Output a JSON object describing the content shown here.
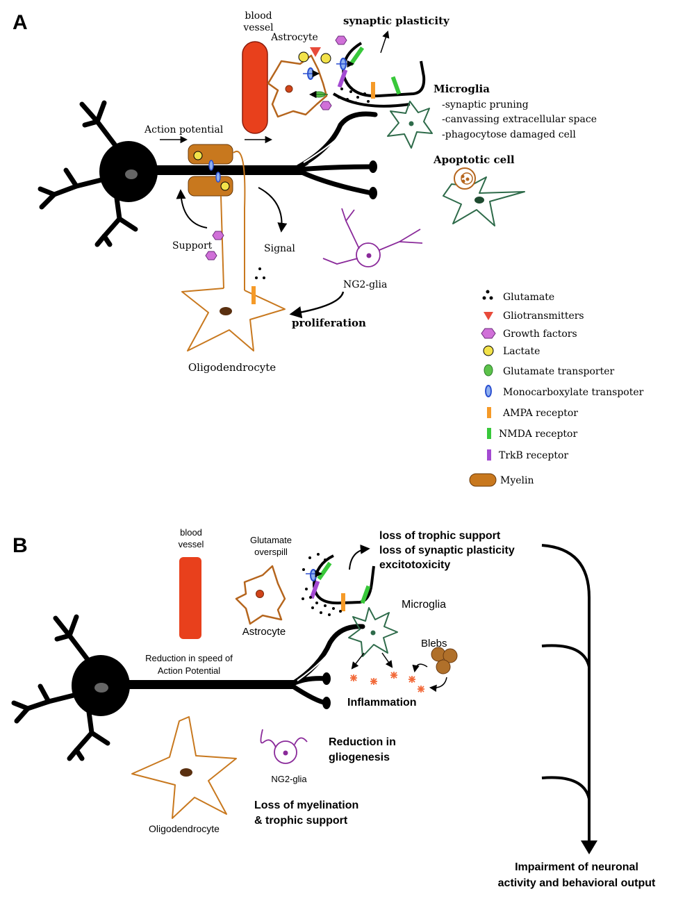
{
  "panel_a": {
    "letter": "A",
    "labels": {
      "blood_vessel_1": "blood",
      "blood_vessel_2": "vessel",
      "astrocyte": "Astrocyte",
      "synaptic_plasticity": "synaptic plasticity",
      "microglia_title": "Microglia",
      "microglia_item1": "-synaptic pruning",
      "microglia_item2": "-canvassing extracellular space",
      "microglia_item3": "-phagocytose damaged cell",
      "apoptotic_cell": "Apoptotic cell",
      "action_potential": "Action potential",
      "support": "Support",
      "signal": "Signal",
      "ng2_glia": "NG2-glia",
      "proliferation": "proliferation",
      "oligodendrocyte": "Oligodendrocyte"
    },
    "legend": [
      {
        "symbol": "dots",
        "label": "Glutamate"
      },
      {
        "symbol": "triangle",
        "label": "Gliotransmitters"
      },
      {
        "symbol": "hexagon",
        "label": "Growth factors"
      },
      {
        "symbol": "yellow-circle",
        "label": "Lactate"
      },
      {
        "symbol": "green-ellipse",
        "label": "Glutamate transporter"
      },
      {
        "symbol": "blue-ellipse",
        "label": "Monocarboxylate transpoter"
      },
      {
        "symbol": "orange-bar",
        "label": "AMPA receptor"
      },
      {
        "symbol": "green-bar",
        "label": "NMDA  receptor"
      },
      {
        "symbol": "purple-bar",
        "label": "TrkB receptor"
      },
      {
        "symbol": "myelin",
        "label": "Myelin"
      }
    ]
  },
  "panel_b": {
    "letter": "B",
    "labels": {
      "blood_vessel_1": "blood",
      "blood_vessel_2": "vessel",
      "glutamate_overspill_1": "Glutamate",
      "glutamate_overspill_2": "overspill",
      "astrocyte": "Astrocyte",
      "loss_trophic": "loss of trophic support",
      "loss_plasticity": "loss of synaptic plasticity",
      "excitotoxicity": "excitotoxicity",
      "microglia": "Microglia",
      "blebs": "Blebs",
      "reduction_speed_1": "Reduction in speed of",
      "reduction_speed_2": "Action Potential",
      "inflammation": "Inflammation",
      "reduction_gliogenesis_1": "Reduction in",
      "reduction_gliogenesis_2": "gliogenesis",
      "ng2_glia": "NG2-glia",
      "loss_myelination_1": "Loss of myelination",
      "loss_myelination_2": "& trophic support",
      "oligodendrocyte": "Oligodendrocyte",
      "impairment_1": "Impairment of neuronal",
      "impairment_2": "activity and behavioral output"
    }
  },
  "colors": {
    "neuron": "#000000",
    "blood_vessel": "#e8401c",
    "astrocyte": "#b5651d",
    "myelin": "#c8781e",
    "microglia": "#2e6b4a",
    "ng2": "#8a2a9a",
    "growth_factor": "#d070d8",
    "lactate": "#f2e24a",
    "glutamate_transporter": "#5cc24a",
    "monocarboxylate": "#2a4fd0",
    "ampa": "#f59a28",
    "nmda": "#38c83a",
    "trkb": "#a44ad2",
    "gliotransmitter": "#e84a3a",
    "inflammation": "#f26a3a",
    "blebs": "#b0702a"
  }
}
